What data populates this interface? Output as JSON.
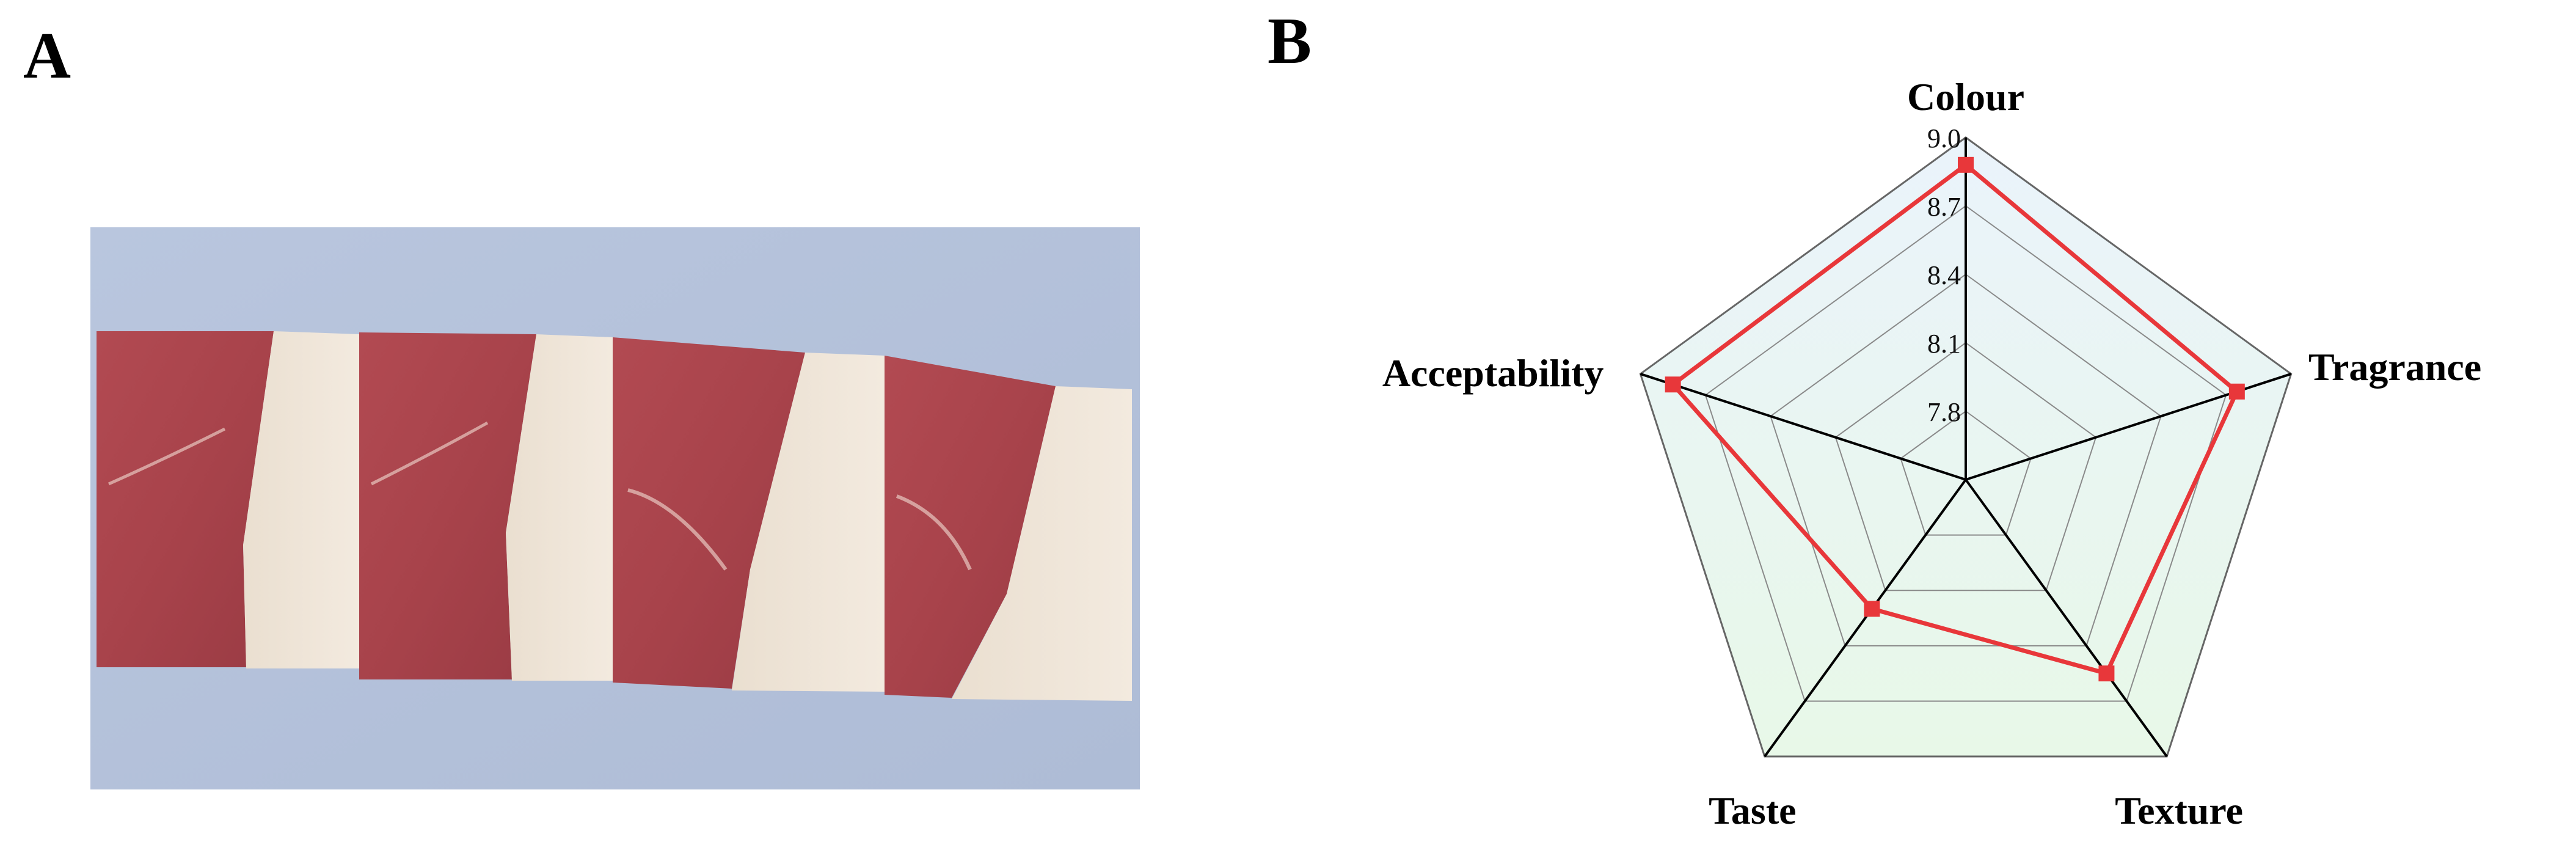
{
  "panels": {
    "a_label": "A",
    "b_label": "B"
  },
  "photo": {
    "description_icon": "meat-slices-photo"
  },
  "chart_data": {
    "type": "radar",
    "axes": [
      "Colour",
      "Tragrance",
      "Texture",
      "Taste",
      "Acceptability"
    ],
    "ticks": [
      "7.8",
      "8.1",
      "8.4",
      "8.7",
      "9.0"
    ],
    "tick_values": [
      7.8,
      8.1,
      8.4,
      8.7,
      9.0
    ],
    "range": [
      7.5,
      9.0
    ],
    "series": [
      {
        "values": [
          8.88,
          8.75,
          8.55,
          8.2,
          8.85
        ],
        "color": "#e8373a"
      }
    ],
    "grid": true
  }
}
